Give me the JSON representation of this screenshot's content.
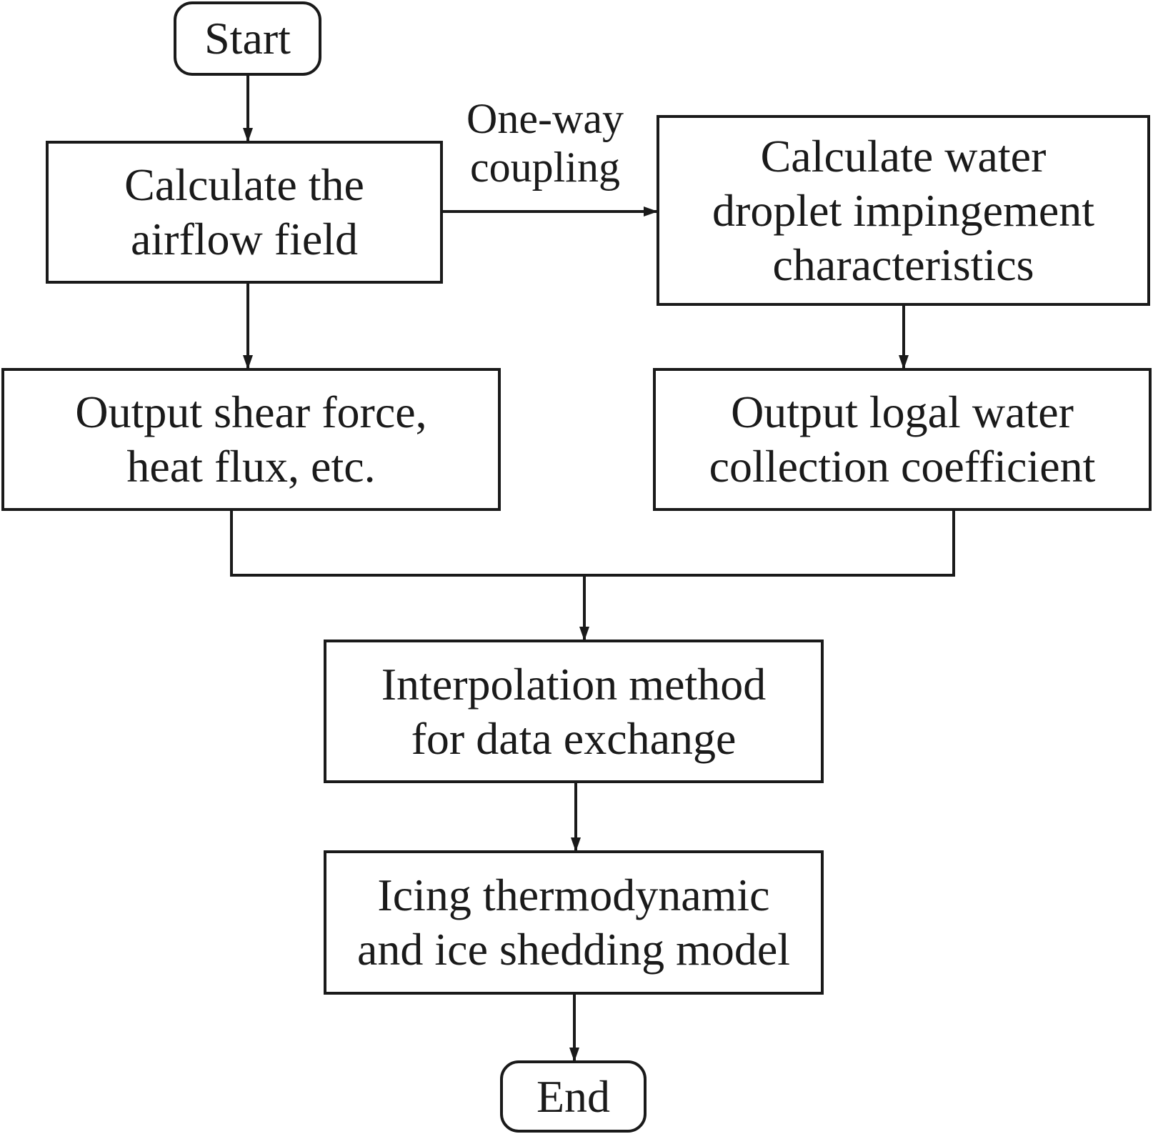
{
  "nodes": {
    "start": "Start",
    "airflow": "Calculate the\nairflow field",
    "droplet": "Calculate water\ndroplet impingement\ncharacteristics",
    "shear": "Output shear force,\nheat flux, etc.",
    "collection": "Output logal water\ncollection coefficient",
    "interpolation": "Interpolation method\nfor data exchange",
    "icing": "Icing thermodynamic\nand ice shedding model",
    "end": "End"
  },
  "edge_labels": {
    "coupling": "One-way\ncoupling"
  },
  "colors": {
    "stroke": "#1a1a1a",
    "background": "#ffffff"
  }
}
